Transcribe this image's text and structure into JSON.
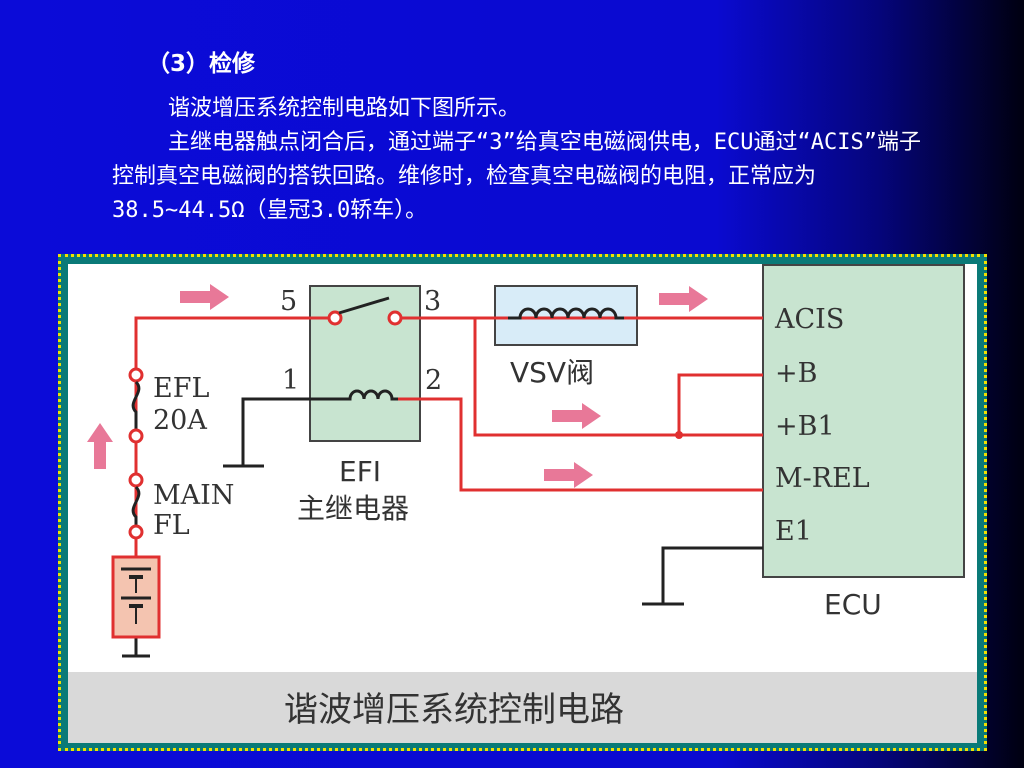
{
  "heading": "（3）检修",
  "paragraphs": [
    "谐波增压系统控制电路如下图所示。",
    "主继电器触点闭合后，通过端子“3”给真空电磁阀供电，ECU通过“ACIS”端子控制真空电磁阀的搭铁回路。维修时，检查真空电磁阀的电阻，正常应为38.5~44.5Ω（皇冠3.0轿车）。"
  ],
  "diagram": {
    "relay_terminals": {
      "t5": "5",
      "t3": "3",
      "t1": "1",
      "t2": "2"
    },
    "relay_label": [
      "EFI",
      "主继电器"
    ],
    "vsv_label": "VSV阀",
    "fuses": {
      "efl": [
        "EFL",
        "20A"
      ],
      "main": [
        "MAIN",
        "FL"
      ]
    },
    "ecu_pins": [
      "ACIS",
      "+B",
      "+B1",
      "M-REL",
      "E1"
    ],
    "ecu_label": "ECU",
    "caption": "谐波增压系统控制电路",
    "colors": {
      "wire_red": "#e03030",
      "arrow_pink": "#e87898",
      "relay_fill": "#c8e4d0",
      "ecu_fill": "#c8e4d0",
      "vsv_fill": "#d8ecf8",
      "battery_fill": "#f4c4b0"
    }
  }
}
